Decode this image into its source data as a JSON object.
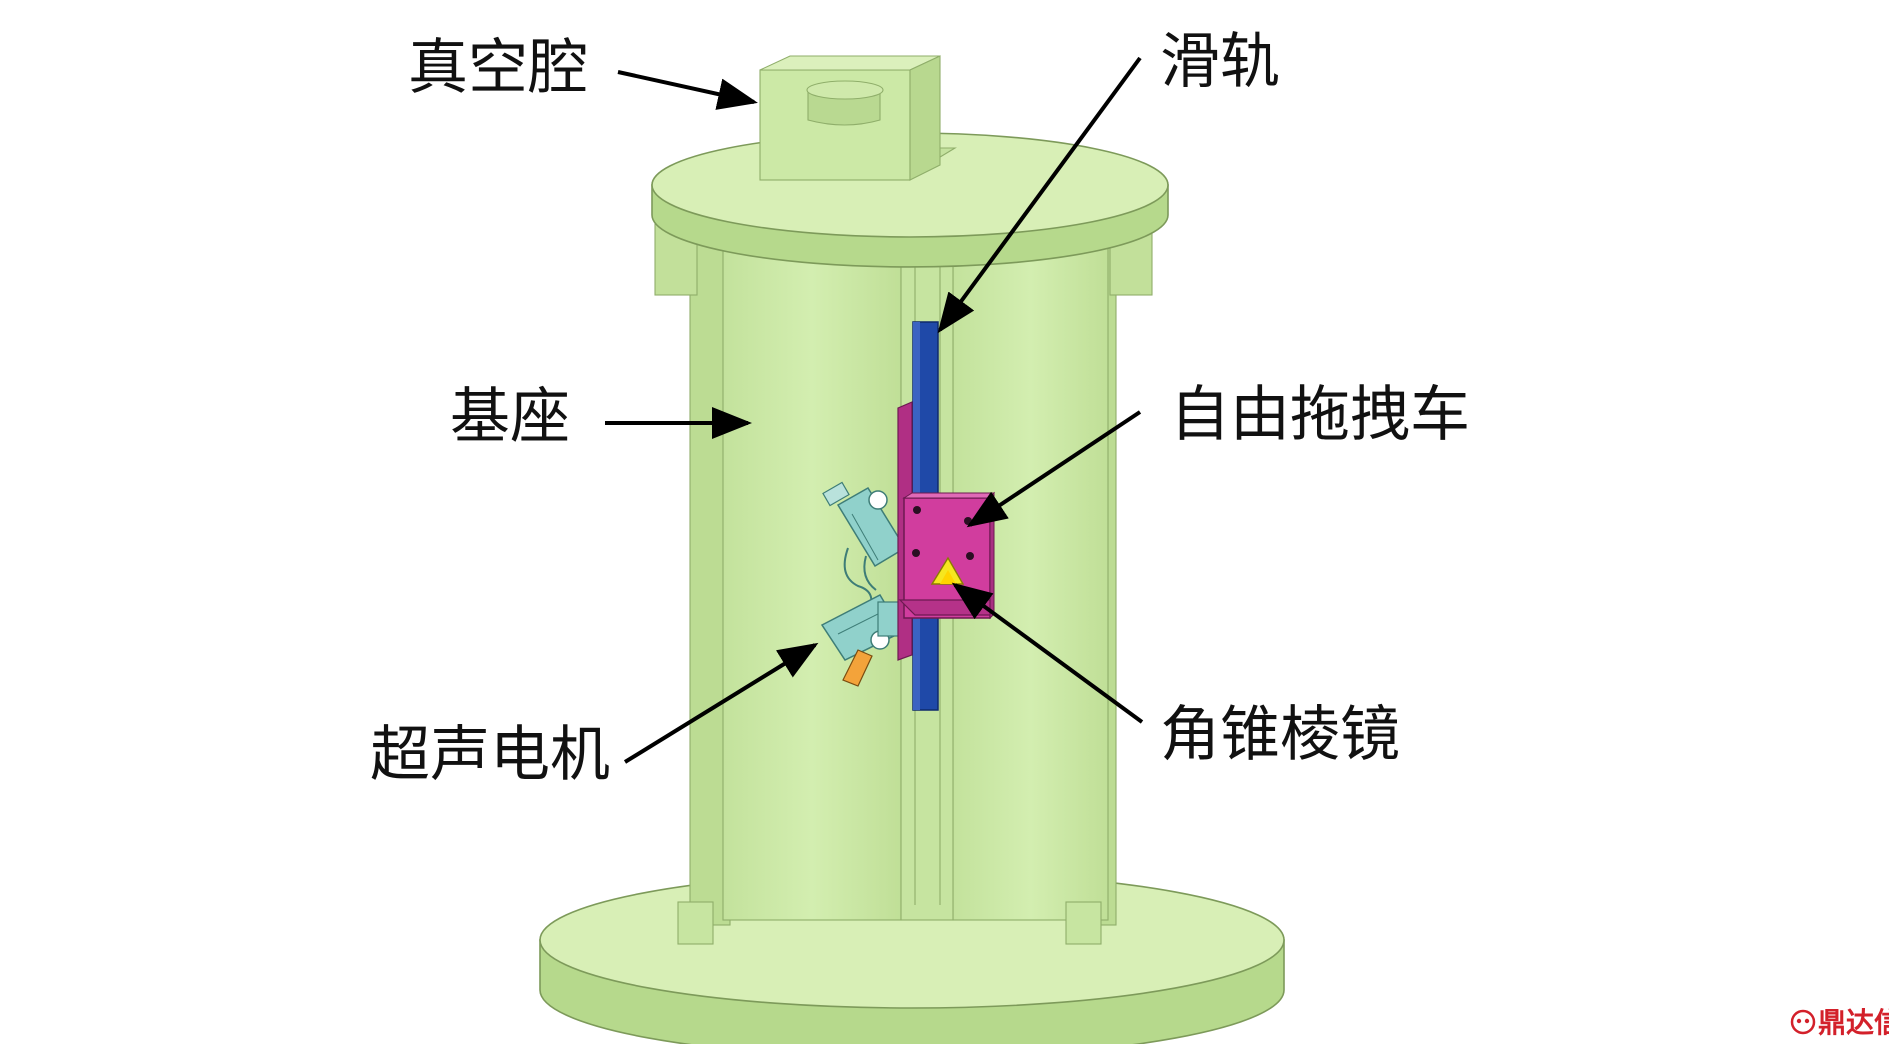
{
  "labels": {
    "vacuum_chamber": "真空腔",
    "slide_rail": "滑轨",
    "base": "基座",
    "free_drag_carriage": "自由拖拽车",
    "ultrasonic_motor": "超声电机",
    "corner_cube_prism": "角锥棱镜"
  },
  "watermark": {
    "text": "鼎达信"
  },
  "colors": {
    "base_green": "#d1edaa",
    "base_green_light": "#deefc0",
    "base_green_dark": "#b6d98c",
    "rail_blue": "#1f49a8",
    "carriage_magenta": "#d13d9e",
    "prism_yellow": "#f6e61f",
    "motor_teal": "#90d1cb",
    "watermark_red": "#d3202a"
  }
}
